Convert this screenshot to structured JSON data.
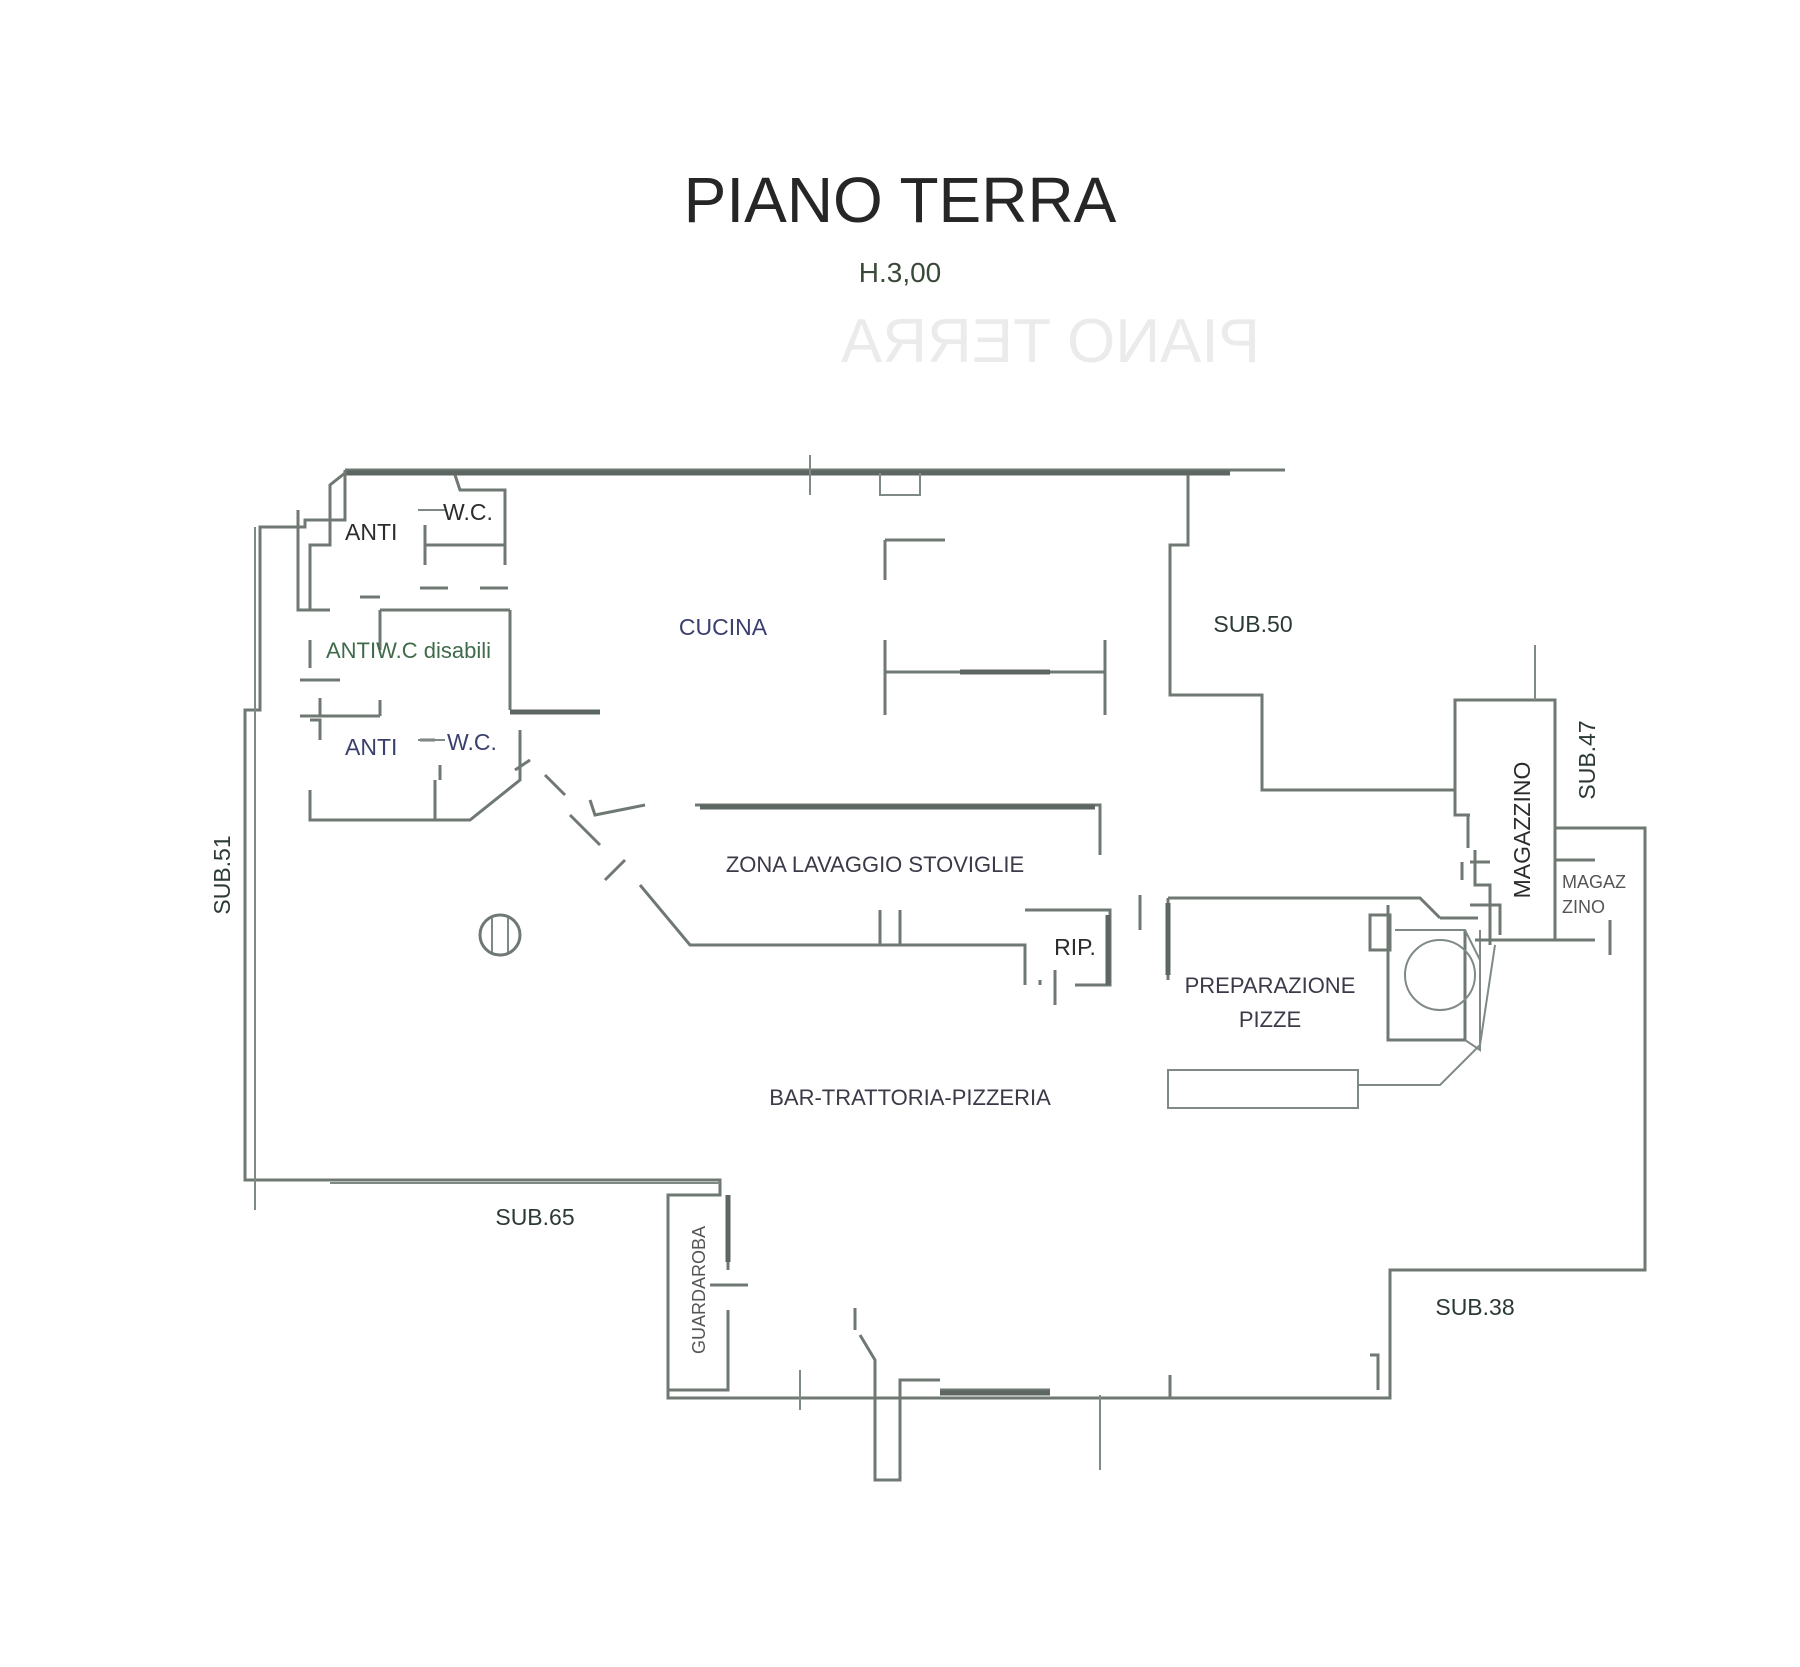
{
  "header": {
    "title": "PIANO TERRA",
    "height_label": "H.3,00"
  },
  "rooms": {
    "anti_top": "ANTI",
    "wc_top": "W.C.",
    "anti_wc_disabili": "ANTIW.C disabili",
    "anti_bottom": "ANTI",
    "wc_bottom": "W.C.",
    "cucina": "CUCINA",
    "zona_lavaggio": "ZONA LAVAGGIO STOVIGLIE",
    "rip": "RIP.",
    "preparazione_line1": "PREPARAZIONE",
    "preparazione_line2": "PIZZE",
    "bar": "BAR-TRATTORIA-PIZZERIA",
    "magazzino": "MAGAZZINO",
    "magazzino_small_line1": "MAGAZ",
    "magazzino_small_line2": "ZINO",
    "guardaroba": "GUARDAROBA"
  },
  "neighbours": {
    "sub50": "SUB.50",
    "sub47": "SUB.47",
    "sub51": "SUB.51",
    "sub65": "SUB.65",
    "sub38": "SUB.38"
  },
  "colors": {
    "wall": "#6f7872",
    "text": "#3a3a48"
  }
}
